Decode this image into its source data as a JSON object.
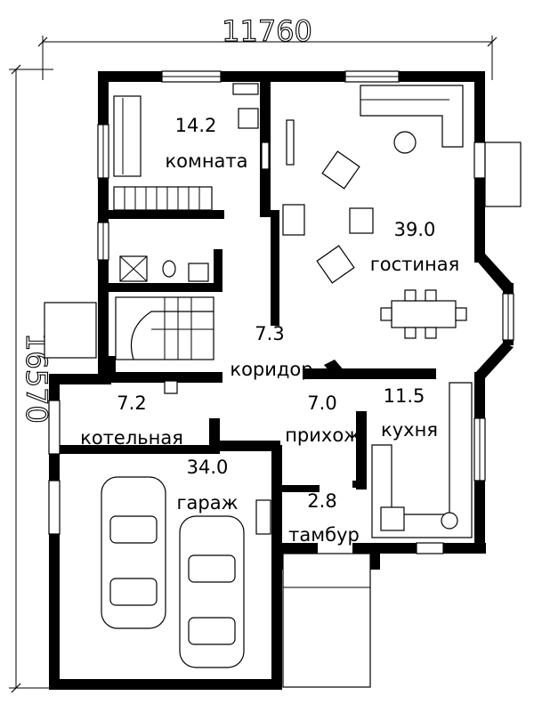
{
  "plan": {
    "width_dim": "11760",
    "height_dim": "16570",
    "rooms": [
      {
        "id": "room",
        "area": "14.2",
        "name": "комната"
      },
      {
        "id": "living",
        "area": "39.0",
        "name": "гостиная"
      },
      {
        "id": "corridor",
        "area": "7.3",
        "name": "коридор"
      },
      {
        "id": "boiler",
        "area": "7.2",
        "name": "котельная"
      },
      {
        "id": "hall",
        "area": "7.0",
        "name": "прихож."
      },
      {
        "id": "kitchen",
        "area": "11.5",
        "name": "кухня"
      },
      {
        "id": "garage",
        "area": "34.0",
        "name": "гараж"
      },
      {
        "id": "vestibule",
        "area": "2.8",
        "name": "тамбур"
      }
    ]
  }
}
